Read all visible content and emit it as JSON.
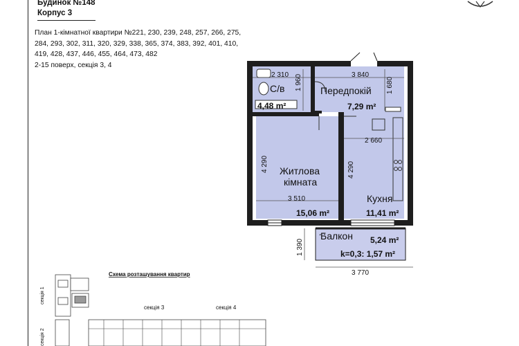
{
  "header": {
    "building": "Будинок №148",
    "corpus": "Корпус 3"
  },
  "description": {
    "lines": [
      "План 1-кімнатної квартири №221, 230, 239, 248, 257, 266, 275,",
      "284, 293, 302, 311, 320, 329, 338, 365, 374, 383, 392, 401, 410,",
      "419, 428, 437, 446, 455, 464, 473, 482",
      "2-15 поверх, секція 3, 4"
    ]
  },
  "rooms": {
    "bathroom": {
      "name": "С/в",
      "area": "4,48 m²",
      "dim_w": "2 310",
      "dim_h": "1 960"
    },
    "hallway": {
      "name": "Передпокій",
      "area": "7,29 m²",
      "dim_w": "3 840",
      "dim_h": "1 680"
    },
    "living": {
      "name_line1": "Житлова",
      "name_line2": "кімната",
      "area": "15,06 m²",
      "dim_w": "3 510",
      "dim_h": "4 290"
    },
    "kitchen": {
      "name": "Кухня",
      "area": "11,41 m²",
      "dim_w": "2 660",
      "dim_h": "4 290"
    },
    "balcony": {
      "name": "Балкон",
      "area": "5,24 m²",
      "coef": "k=0,3: 1,57 m²",
      "dim_h": "1 390"
    }
  },
  "overall": {
    "width": "3 770"
  },
  "scheme": {
    "title": "Схема розташування квартир",
    "section1": "секція 1",
    "section2": "секція 2",
    "section3": "секція 3",
    "section4": "секція 4"
  },
  "colors": {
    "room_fill": "#c2c8ea",
    "wall": "#1e1e1e",
    "balcony_fill": "#c9cdec"
  }
}
